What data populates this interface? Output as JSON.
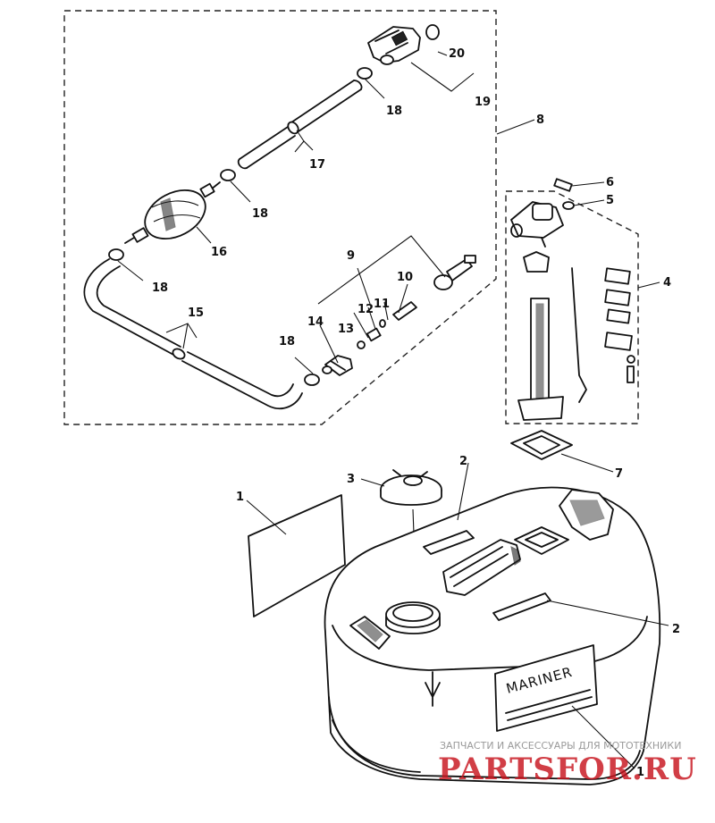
{
  "diagram": {
    "callouts": {
      "c1": "1",
      "c2a": "2",
      "c2b": "2",
      "c3": "3",
      "c4": "4",
      "c5": "5",
      "c6": "6",
      "c7": "7",
      "c8": "8",
      "c9": "9",
      "c10": "10",
      "c11": "11",
      "c12": "12",
      "c13": "13",
      "c14": "14",
      "c15": "15",
      "c16": "16",
      "c17": "17",
      "c18a": "18",
      "c18b": "18",
      "c18c": "18",
      "c18d": "18",
      "c19": "19",
      "c20": "20"
    },
    "tank_brand": "MARINER"
  },
  "watermark": {
    "caption": "ЗАПЧАСТИ И АКСЕССУАРЫ ДЛЯ МОТОТЕХНИКИ",
    "site": "PARTSFOR.RU"
  }
}
